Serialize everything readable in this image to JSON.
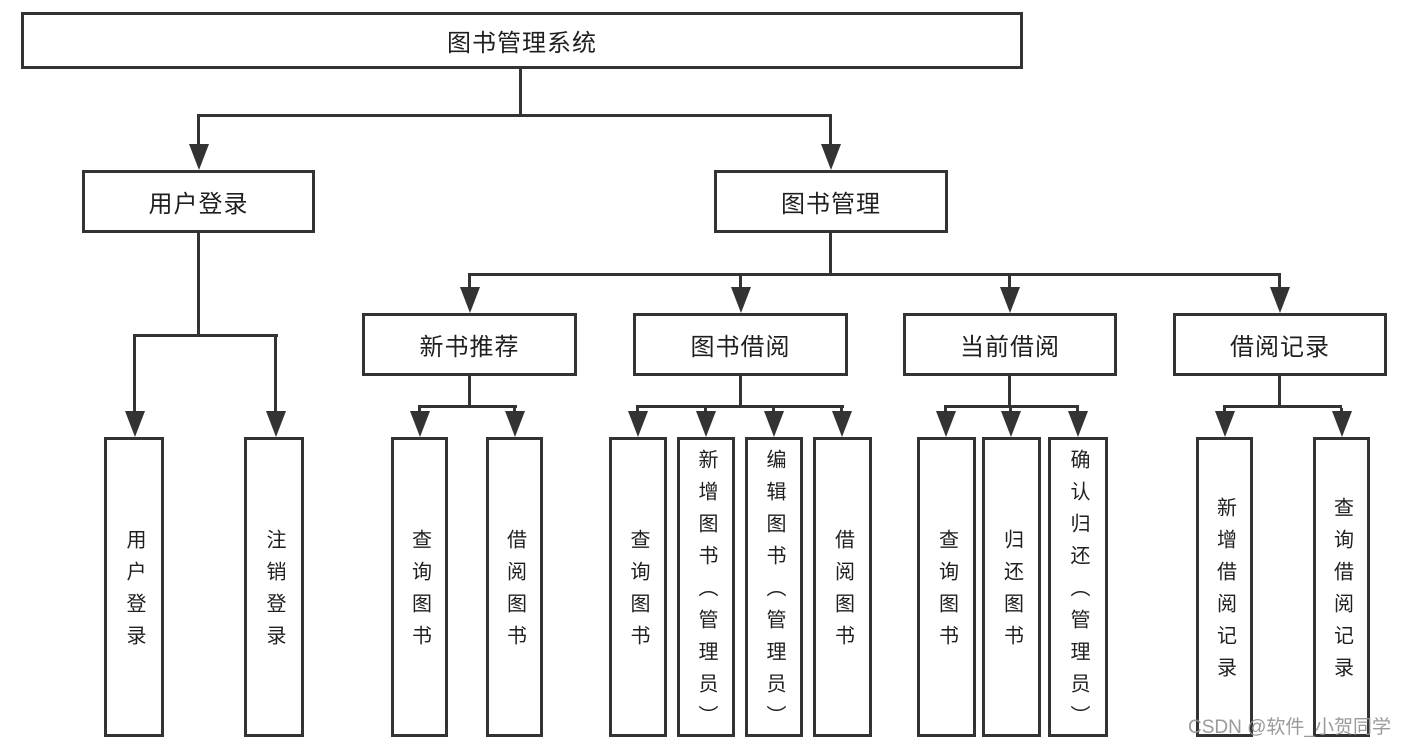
{
  "diagram_title": "图书管理系统",
  "nodes": {
    "root": {
      "label": "图书管理系统"
    },
    "userLoginGroup": {
      "label": "用户登录"
    },
    "bookMgmt": {
      "label": "图书管理"
    },
    "login": {
      "label": "用户登录"
    },
    "logout": {
      "label": "注销登录"
    },
    "newBookRec": {
      "label": "新书推荐"
    },
    "bookBorrow": {
      "label": "图书借阅"
    },
    "currentBorrow": {
      "label": "当前借阅"
    },
    "borrowRecords": {
      "label": "借阅记录"
    },
    "recQuery": {
      "label": "查询图书"
    },
    "recBorrow": {
      "label": "借阅图书"
    },
    "bbQuery": {
      "label": "查询图书"
    },
    "bbAdd": {
      "label": "新增图书（管理员）"
    },
    "bbEdit": {
      "label": "编辑图书（管理员）"
    },
    "bbBorrow": {
      "label": "借阅图书"
    },
    "cbQuery": {
      "label": "查询图书"
    },
    "cbReturn": {
      "label": "归还图书"
    },
    "cbConfirm": {
      "label": "确认归还（管理员）"
    },
    "brAdd": {
      "label": "新增借阅记录"
    },
    "brQuery": {
      "label": "查询借阅记录"
    }
  },
  "watermark": "CSDN @软件_小贺同学",
  "colors": {
    "line": "#333333",
    "text": "#1f1f1f",
    "watermark": "#919191",
    "background": "#ffffff"
  }
}
